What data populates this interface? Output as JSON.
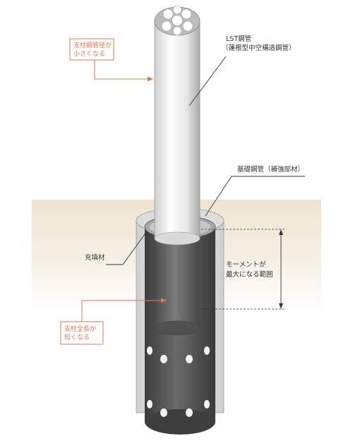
{
  "labels": {
    "lst_pipe": {
      "line1": "LST鋼管",
      "line2": "（蓮根型中空構造鋼管）"
    },
    "foundation_pipe": {
      "line1": "基礎鋼管（補強部材）"
    },
    "filler": {
      "line1": "充填材"
    },
    "moment_range": {
      "line1": "モーメントが",
      "line2": "最大になる範囲"
    }
  },
  "callouts": {
    "smaller_diameter": {
      "line1": "支柱鋼管径が",
      "line2": "小さくなる"
    },
    "shorter_length": {
      "line1": "支柱全長が",
      "line2": "短くなる"
    }
  },
  "colors": {
    "accent": "#d9785a",
    "ground": "#f2e9d9",
    "pipe_light": "#f3f3f3",
    "pipe_dark": "#555555",
    "sleeve": "#e2e2e2"
  }
}
